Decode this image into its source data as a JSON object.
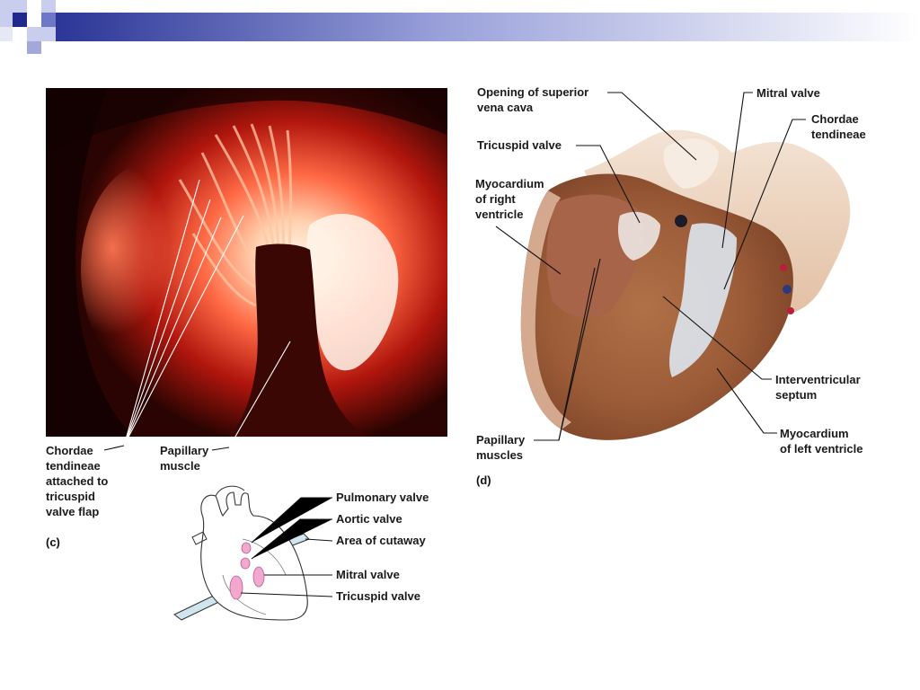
{
  "colors": {
    "header_dark": "#1f2a8c",
    "header_mid": "#6f78c6",
    "header_light": "#c9cdee",
    "valve_pink": "#f2a7cf",
    "cutaway_blue": "#cfe6ee"
  },
  "panel_c": {
    "tag": "(c)",
    "chordae_label": [
      "Chordae",
      "tendineae",
      "attached to",
      "tricuspid",
      "valve flap"
    ],
    "papillary_label": [
      "Papillary",
      "muscle"
    ]
  },
  "panel_d": {
    "tag": "(d)",
    "labels": {
      "superior_vena_cava": [
        "Opening of superior",
        "vena cava"
      ],
      "tricuspid_valve": [
        "Tricuspid valve"
      ],
      "myocardium_right": [
        "Myocardium",
        "of right",
        "ventricle"
      ],
      "mitral_valve": [
        "Mitral valve"
      ],
      "chordae_tendineae": [
        "Chordae",
        "tendineae"
      ],
      "interventricular_septum": [
        "Interventricular",
        "septum"
      ],
      "myocardium_left": [
        "Myocardium",
        "of left ventricle"
      ],
      "papillary_muscles": [
        "Papillary",
        "muscles"
      ]
    }
  },
  "inset": {
    "labels": {
      "pulmonary_valve": "Pulmonary valve",
      "aortic_valve": "Aortic valve",
      "area_of_cutaway": "Area of cutaway",
      "mitral_valve": "Mitral valve",
      "tricuspid_valve": "Tricuspid valve"
    }
  }
}
